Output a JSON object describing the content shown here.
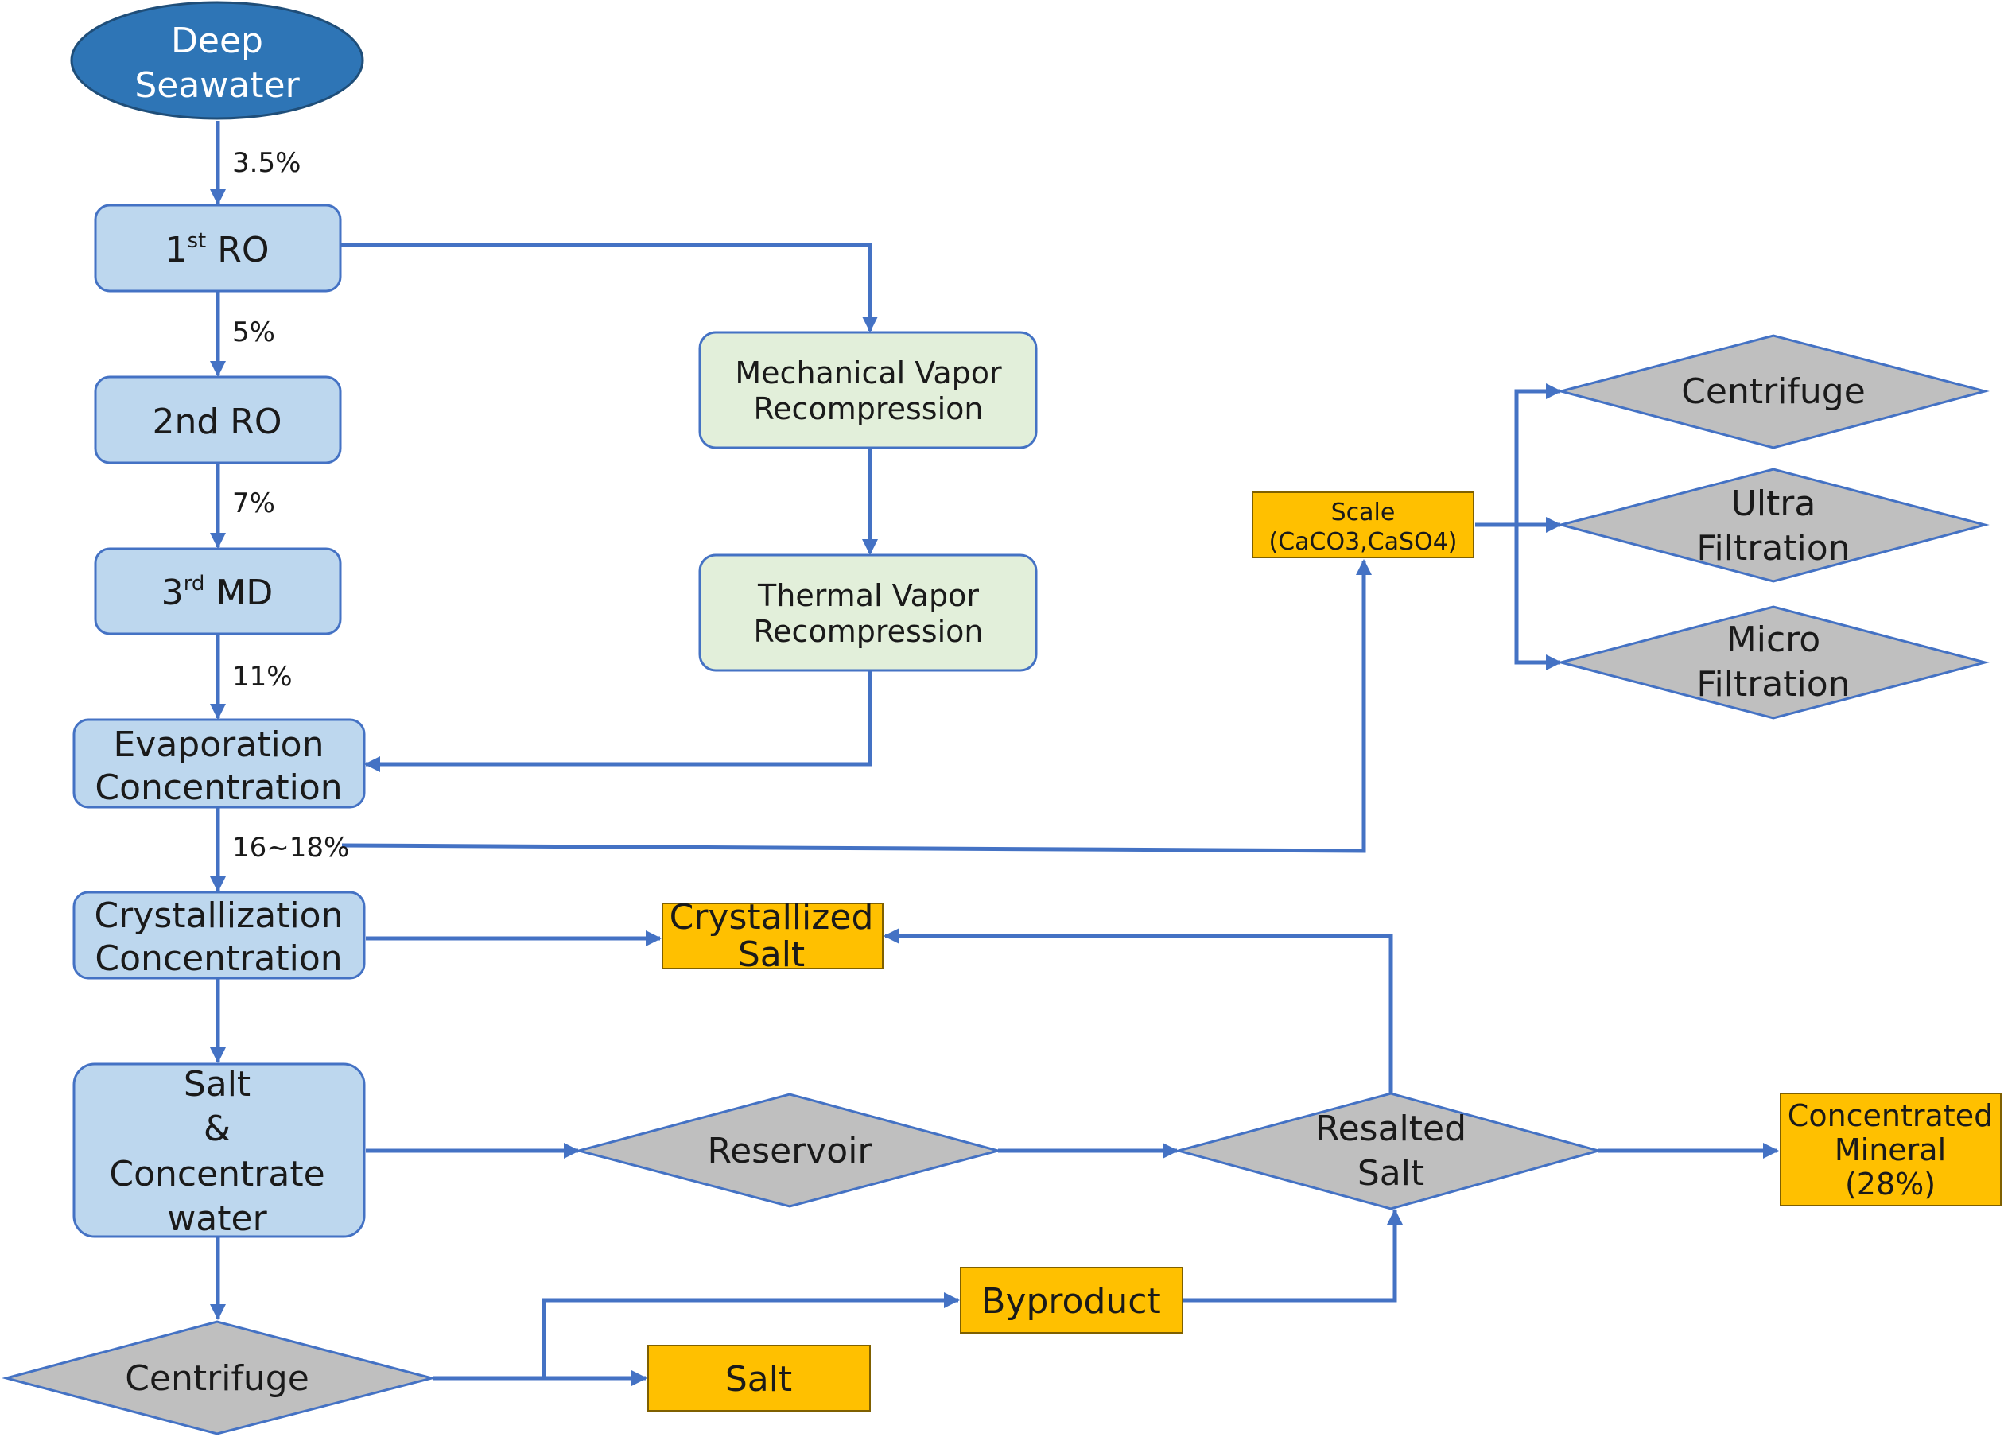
{
  "nodes": {
    "deep_seawater": [
      "Deep",
      "Seawater"
    ],
    "ro1": {
      "prefix": "1",
      "sup": "st",
      "suffix": " RO"
    },
    "ro2": "2nd RO",
    "md3": {
      "prefix": "3",
      "sup": "rd",
      "suffix": " MD"
    },
    "evaporation": [
      "Evaporation",
      "Concentration"
    ],
    "crystallization": [
      "Crystallization",
      "Concentration"
    ],
    "salt_concentrate": [
      "Salt",
      "&",
      "Concentrate",
      "water"
    ],
    "centrifuge_bottom": "Centrifuge",
    "mvr": [
      "Mechanical Vapor",
      "Recompression"
    ],
    "tvr": [
      "Thermal Vapor",
      "Recompression"
    ],
    "scale": [
      "Scale",
      "(CaCO3,CaSO4)"
    ],
    "centrifuge_right": "Centrifuge",
    "ultra_filtration": [
      "Ultra",
      "Filtration"
    ],
    "micro_filtration": [
      "Micro",
      "Filtration"
    ],
    "crystallized_salt": [
      "Crystallized",
      "Salt"
    ],
    "reservoir": "Reservoir",
    "resalted_salt": [
      "Resalted",
      "Salt"
    ],
    "concentrated_mineral": [
      "Concentrated",
      "Mineral",
      "(28%)"
    ],
    "byproduct": "Byproduct",
    "salt": "Salt"
  },
  "percentages": {
    "p1": "3.5%",
    "p2": "5%",
    "p3": "7%",
    "p4": "11%",
    "p5": "16~18%"
  },
  "colors": {
    "arrow": "#4472C4",
    "ellipse_fill": "#2E75B6",
    "process_fill": "#BDD7EE",
    "process_stroke": "#4472C4",
    "vapor_fill": "#E2EFDA",
    "vapor_stroke": "#4472C4",
    "diamond_fill": "#BFBFBF",
    "diamond_stroke": "#4472C4",
    "output_fill": "#FFC000",
    "output_stroke": "#7F6000"
  }
}
